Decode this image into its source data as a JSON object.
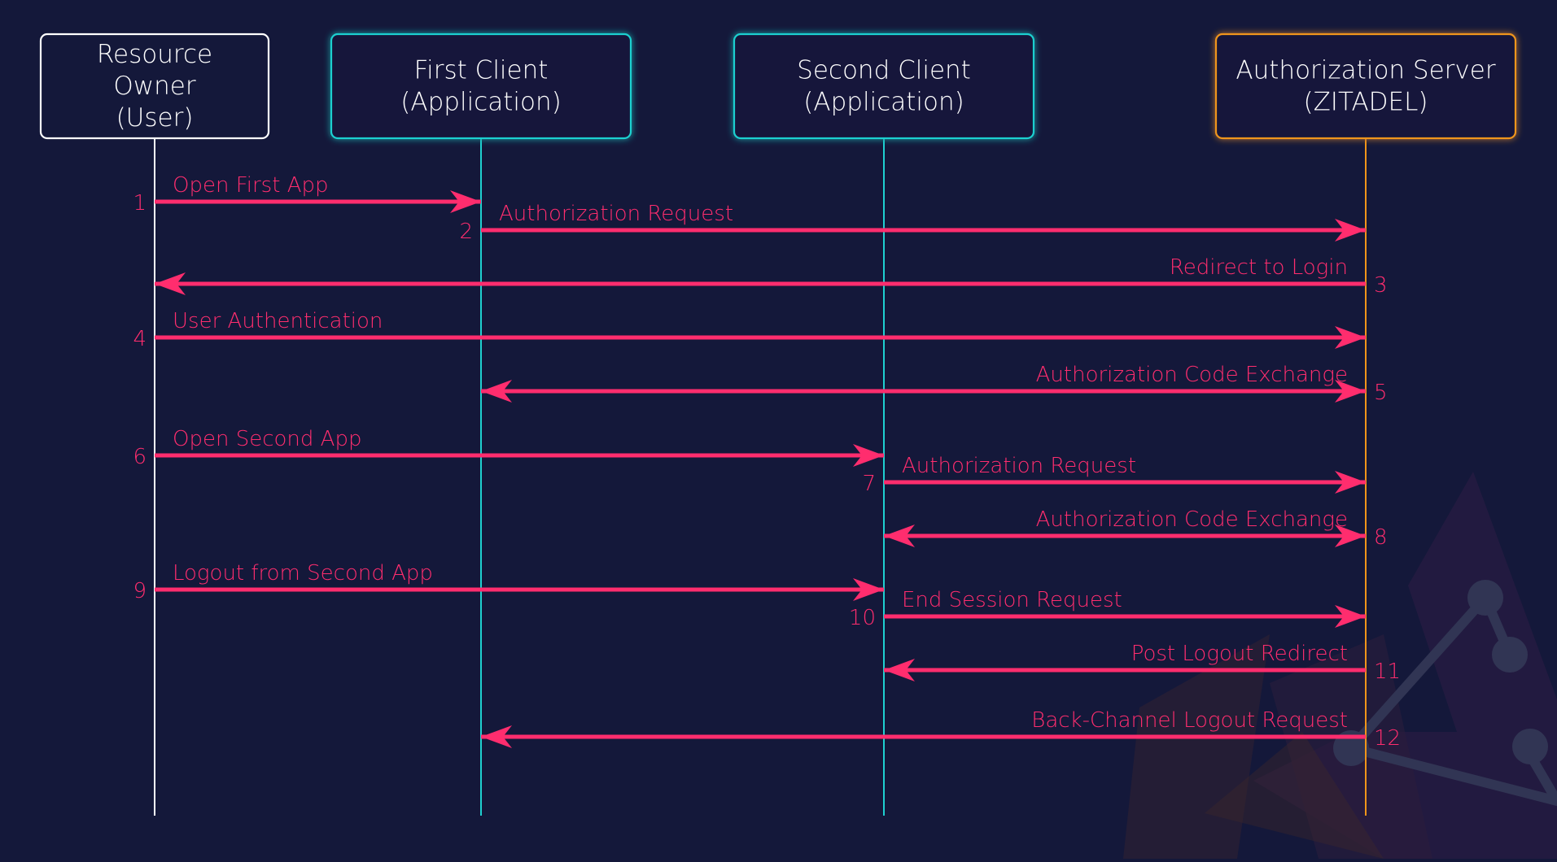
{
  "diagram": {
    "colors": {
      "background": "#14183a",
      "user": "#ffffff",
      "client": "#1fd0d0",
      "server": "#f0951a",
      "message": "#ff2d6e"
    },
    "participants": [
      {
        "id": "user",
        "lines": [
          "Resource",
          "Owner",
          "(User)"
        ],
        "color": "#ffffff"
      },
      {
        "id": "first",
        "lines": [
          "First Client",
          "(Application)"
        ],
        "color": "#1fd0d0"
      },
      {
        "id": "second",
        "lines": [
          "Second Client",
          "(Application)"
        ],
        "color": "#1fd0d0"
      },
      {
        "id": "server",
        "lines": [
          "Authorization Server",
          "(ZITADEL)"
        ],
        "color": "#f0951a"
      }
    ],
    "messages": [
      {
        "number": "1",
        "label": "Open First App",
        "from": "user",
        "to": "first",
        "direction": "right"
      },
      {
        "number": "2",
        "label": "Authorization Request",
        "from": "first",
        "to": "server",
        "direction": "right"
      },
      {
        "number": "3",
        "label": "Redirect to Login",
        "from": "server",
        "to": "user",
        "direction": "left"
      },
      {
        "number": "4",
        "label": "User Authentication",
        "from": "user",
        "to": "server",
        "direction": "right"
      },
      {
        "number": "5",
        "label": "Authorization Code Exchange",
        "from": "first",
        "to": "server",
        "direction": "both"
      },
      {
        "number": "6",
        "label": "Open Second App",
        "from": "user",
        "to": "second",
        "direction": "right"
      },
      {
        "number": "7",
        "label": "Authorization Request",
        "from": "second",
        "to": "server",
        "direction": "right"
      },
      {
        "number": "8",
        "label": "Authorization Code Exchange",
        "from": "second",
        "to": "server",
        "direction": "both"
      },
      {
        "number": "9",
        "label": "Logout from Second App",
        "from": "user",
        "to": "second",
        "direction": "right"
      },
      {
        "number": "10",
        "label": "End Session Request",
        "from": "second",
        "to": "server",
        "direction": "right"
      },
      {
        "number": "11",
        "label": "Post Logout Redirect",
        "from": "server",
        "to": "second",
        "direction": "left"
      },
      {
        "number": "12",
        "label": "Back-Channel Logout Request",
        "from": "server",
        "to": "first",
        "direction": "left"
      }
    ]
  }
}
